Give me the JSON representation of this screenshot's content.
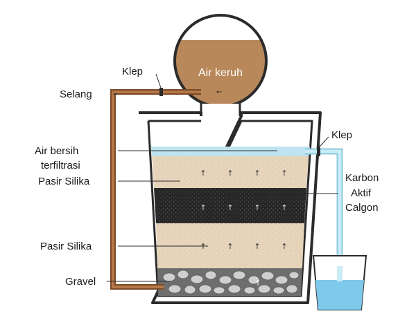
{
  "diagram": {
    "labels": {
      "air_keruh": "Air keruh",
      "klep_top": "Klep",
      "selang": "Selang",
      "klep_right": "Klep",
      "air_bersih_1": "Air bersih",
      "air_bersih_2": "terfiltrasi",
      "pasir_silika_top": "Pasir Silika",
      "karbon_1": "Karbon",
      "karbon_2": "Aktif",
      "karbon_3": "Calgon",
      "pasir_silika_bottom": "Pasir Silika",
      "gravel": "Gravel"
    },
    "colors": {
      "dirty_water": "#b8875a",
      "clean_water": "#bfe3f0",
      "sand": "#e6d5bb",
      "carbon": "#2a2a2a",
      "hose": "#a0663a",
      "gravel": "#8c8c8c",
      "outline": "#2b2b2b"
    }
  }
}
